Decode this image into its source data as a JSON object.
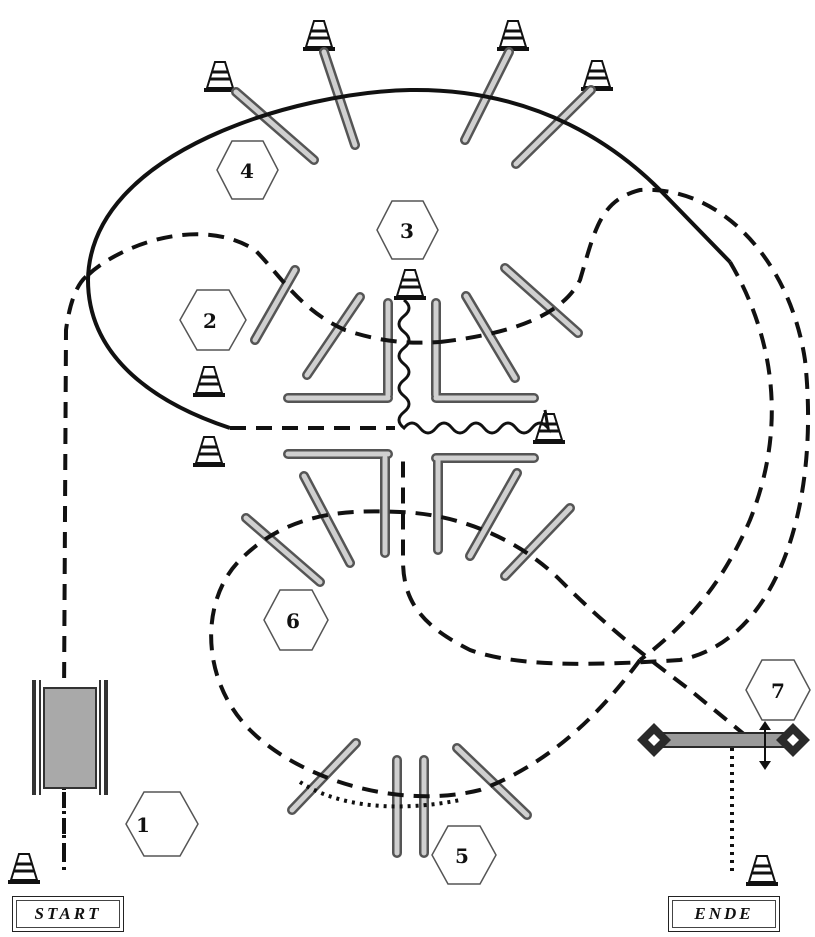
{
  "labels": {
    "start": "START",
    "end": "ENDE"
  },
  "stations": [
    "1",
    "2",
    "3",
    "4",
    "5",
    "6",
    "7"
  ],
  "colors": {
    "line": "#111111",
    "pole_fill": "#c8c8c8",
    "pole_stroke": "#555555",
    "hexagon_fill": "#ffffff",
    "gate_fill": "#9a9a9a",
    "gate_post": "#2a2a2a"
  },
  "legend_icons": [
    "traffic-cone-icon",
    "agility-pole",
    "hexagon-station-marker"
  ]
}
